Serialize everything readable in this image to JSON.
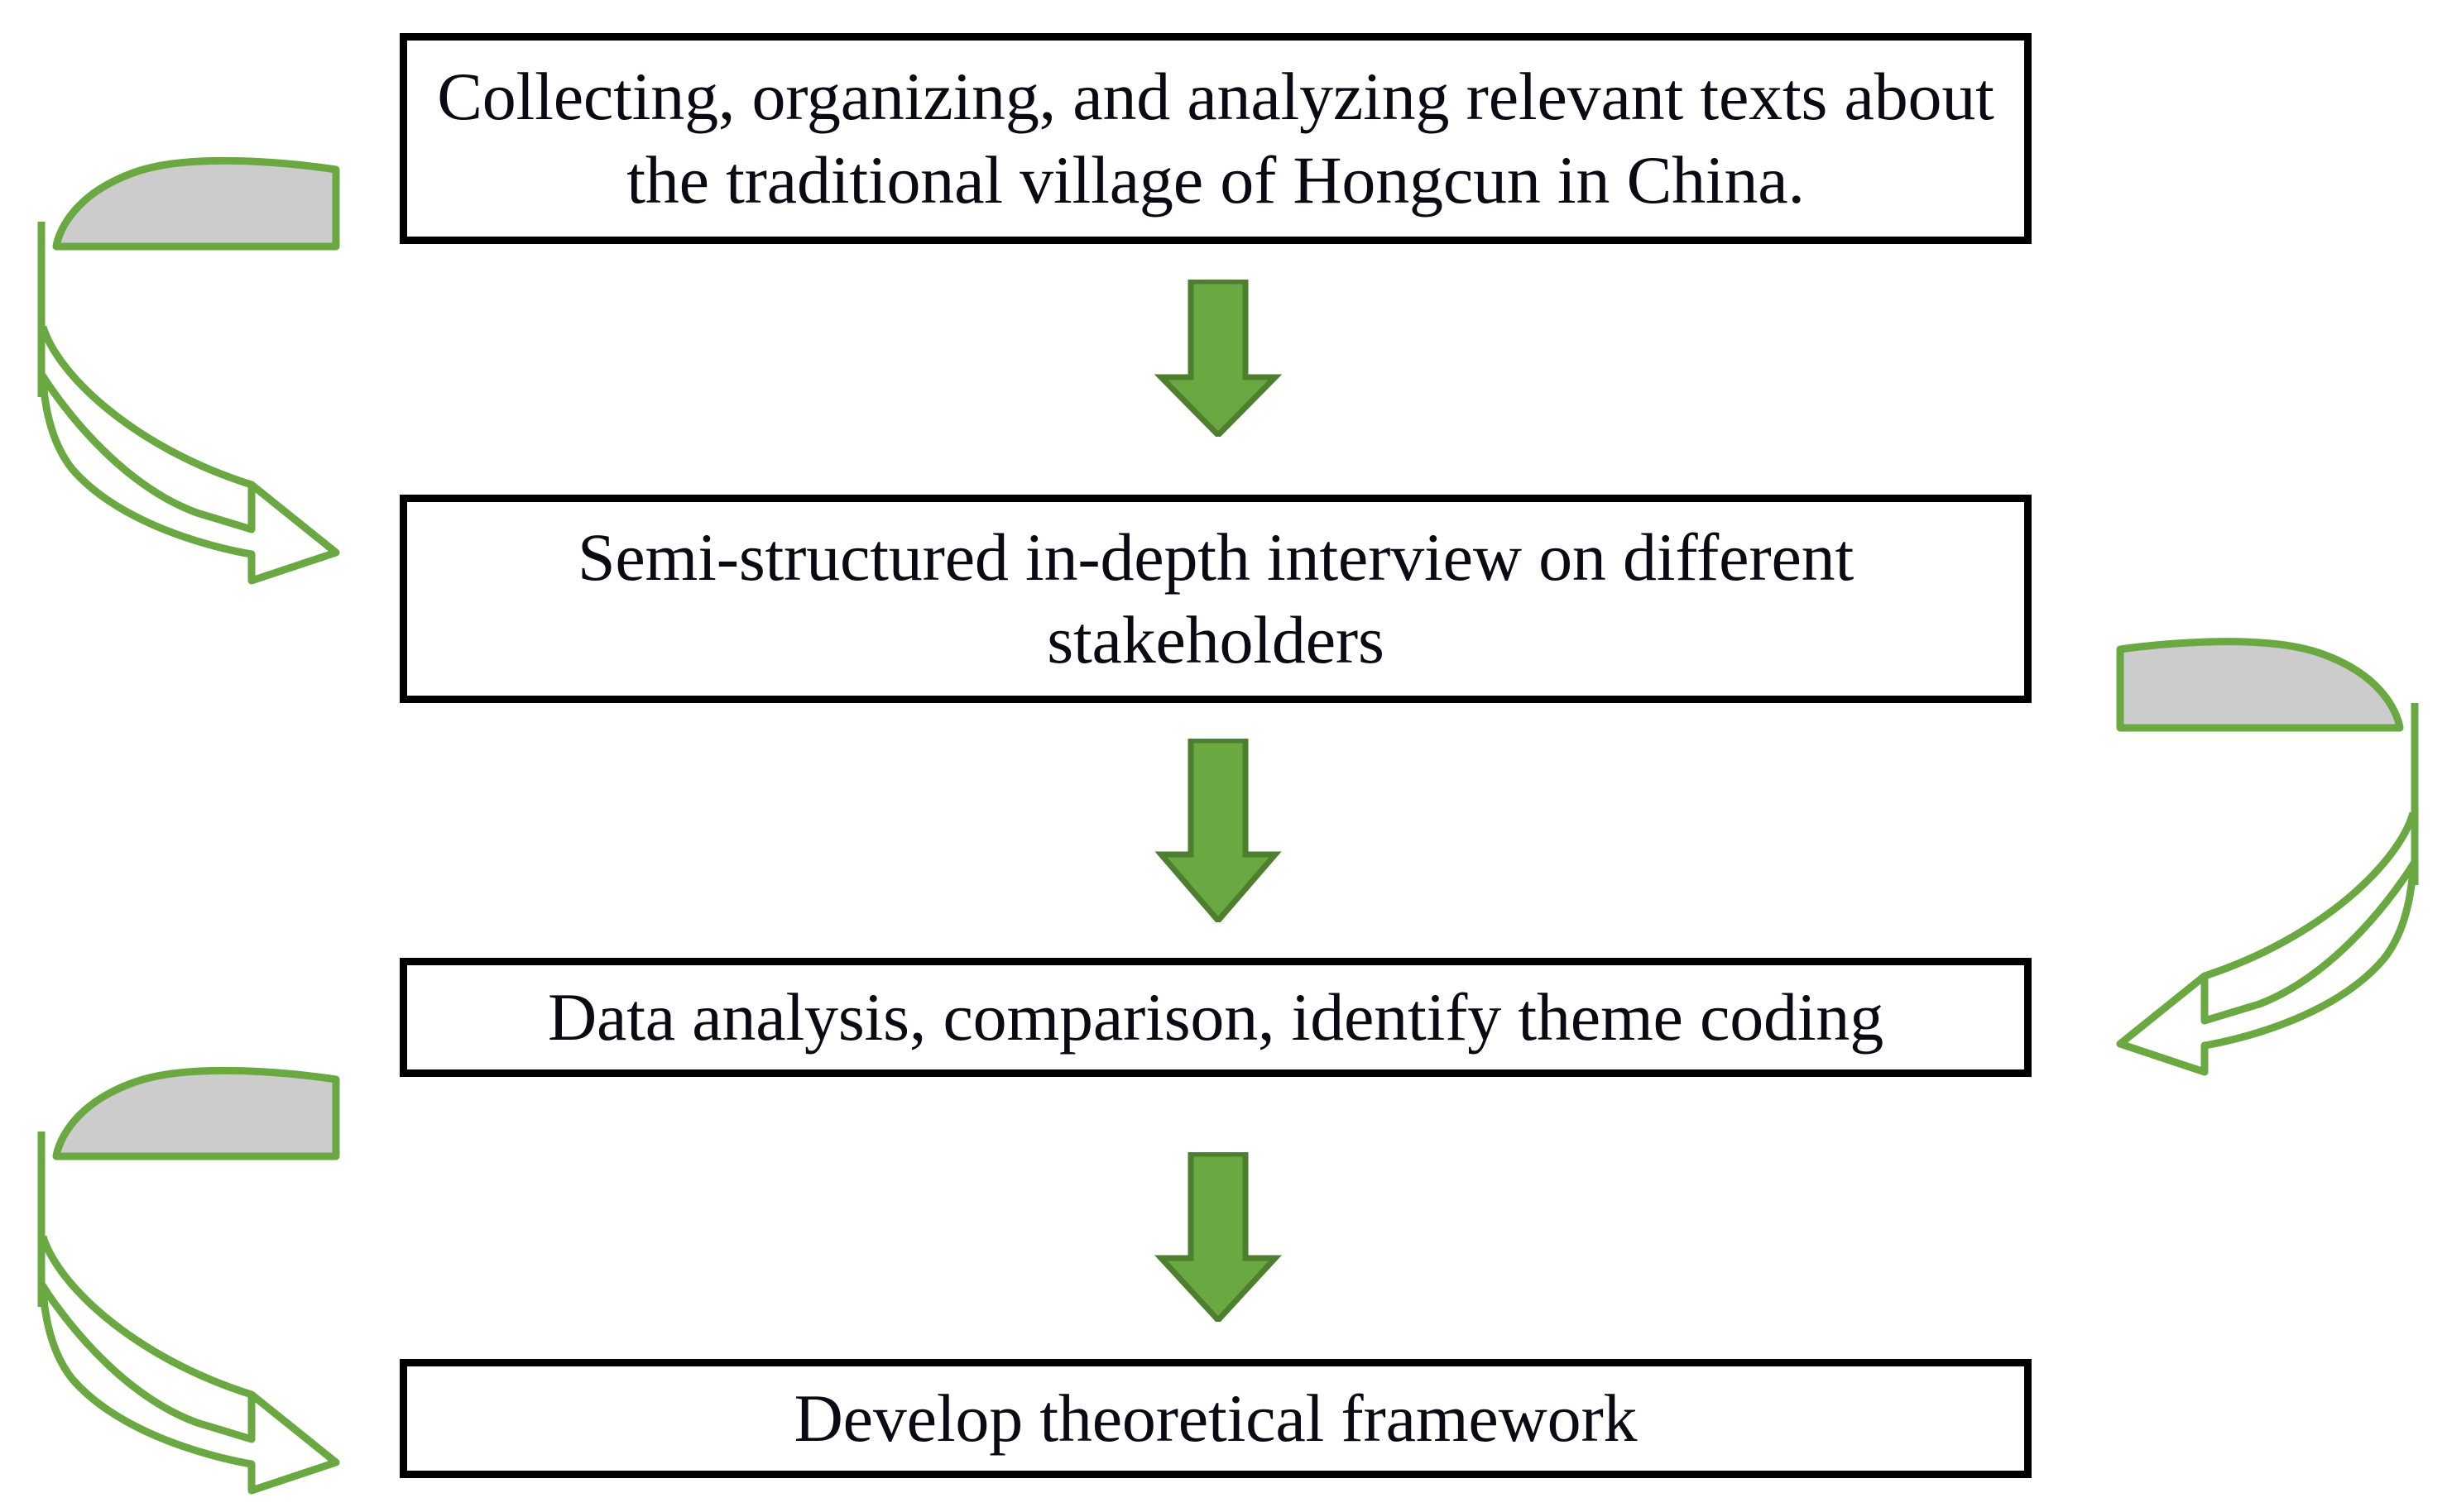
{
  "diagram": {
    "title": "Research methodology flowchart",
    "type": "flowchart",
    "colors": {
      "box_border": "#000000",
      "box_fill": "#ffffff",
      "text": "#0a0a12",
      "arrow_green": "#6aa842",
      "arrow_green_dark": "#4d7f2e",
      "loop_band_gray": "#cccccc",
      "background": "#ffffff"
    },
    "steps": [
      {
        "id": "step-1",
        "order": 1,
        "text": "Collecting, organizing, and analyzing relevant texts about the traditional village of Hongcun in China."
      },
      {
        "id": "step-2",
        "order": 2,
        "text": "Semi-structured in-depth interview on different stakeholders"
      },
      {
        "id": "step-3",
        "order": 3,
        "text": "Data analysis, comparison, identify theme coding"
      },
      {
        "id": "step-4",
        "order": 4,
        "text": "Develop theoretical framework"
      }
    ],
    "connectors": [
      {
        "id": "arrow-1-2",
        "kind": "straight-down-arrow",
        "from": "step-1",
        "to": "step-2",
        "direction": "down"
      },
      {
        "id": "arrow-2-3",
        "kind": "straight-down-arrow",
        "from": "step-2",
        "to": "step-3",
        "direction": "down"
      },
      {
        "id": "arrow-3-4",
        "kind": "straight-down-arrow",
        "from": "step-3",
        "to": "step-4",
        "direction": "down"
      }
    ],
    "feedback_loops": [
      {
        "id": "loop-left-top",
        "kind": "curved-loop-arrow",
        "side": "left",
        "from": "step-1",
        "to": "step-2",
        "head_direction": "right"
      },
      {
        "id": "loop-right",
        "kind": "curved-loop-arrow",
        "side": "right",
        "from": "step-2",
        "to": "step-3",
        "head_direction": "left"
      },
      {
        "id": "loop-left-bottom",
        "kind": "curved-loop-arrow",
        "side": "left",
        "from": "step-3",
        "to": "step-4",
        "head_direction": "right"
      }
    ]
  }
}
